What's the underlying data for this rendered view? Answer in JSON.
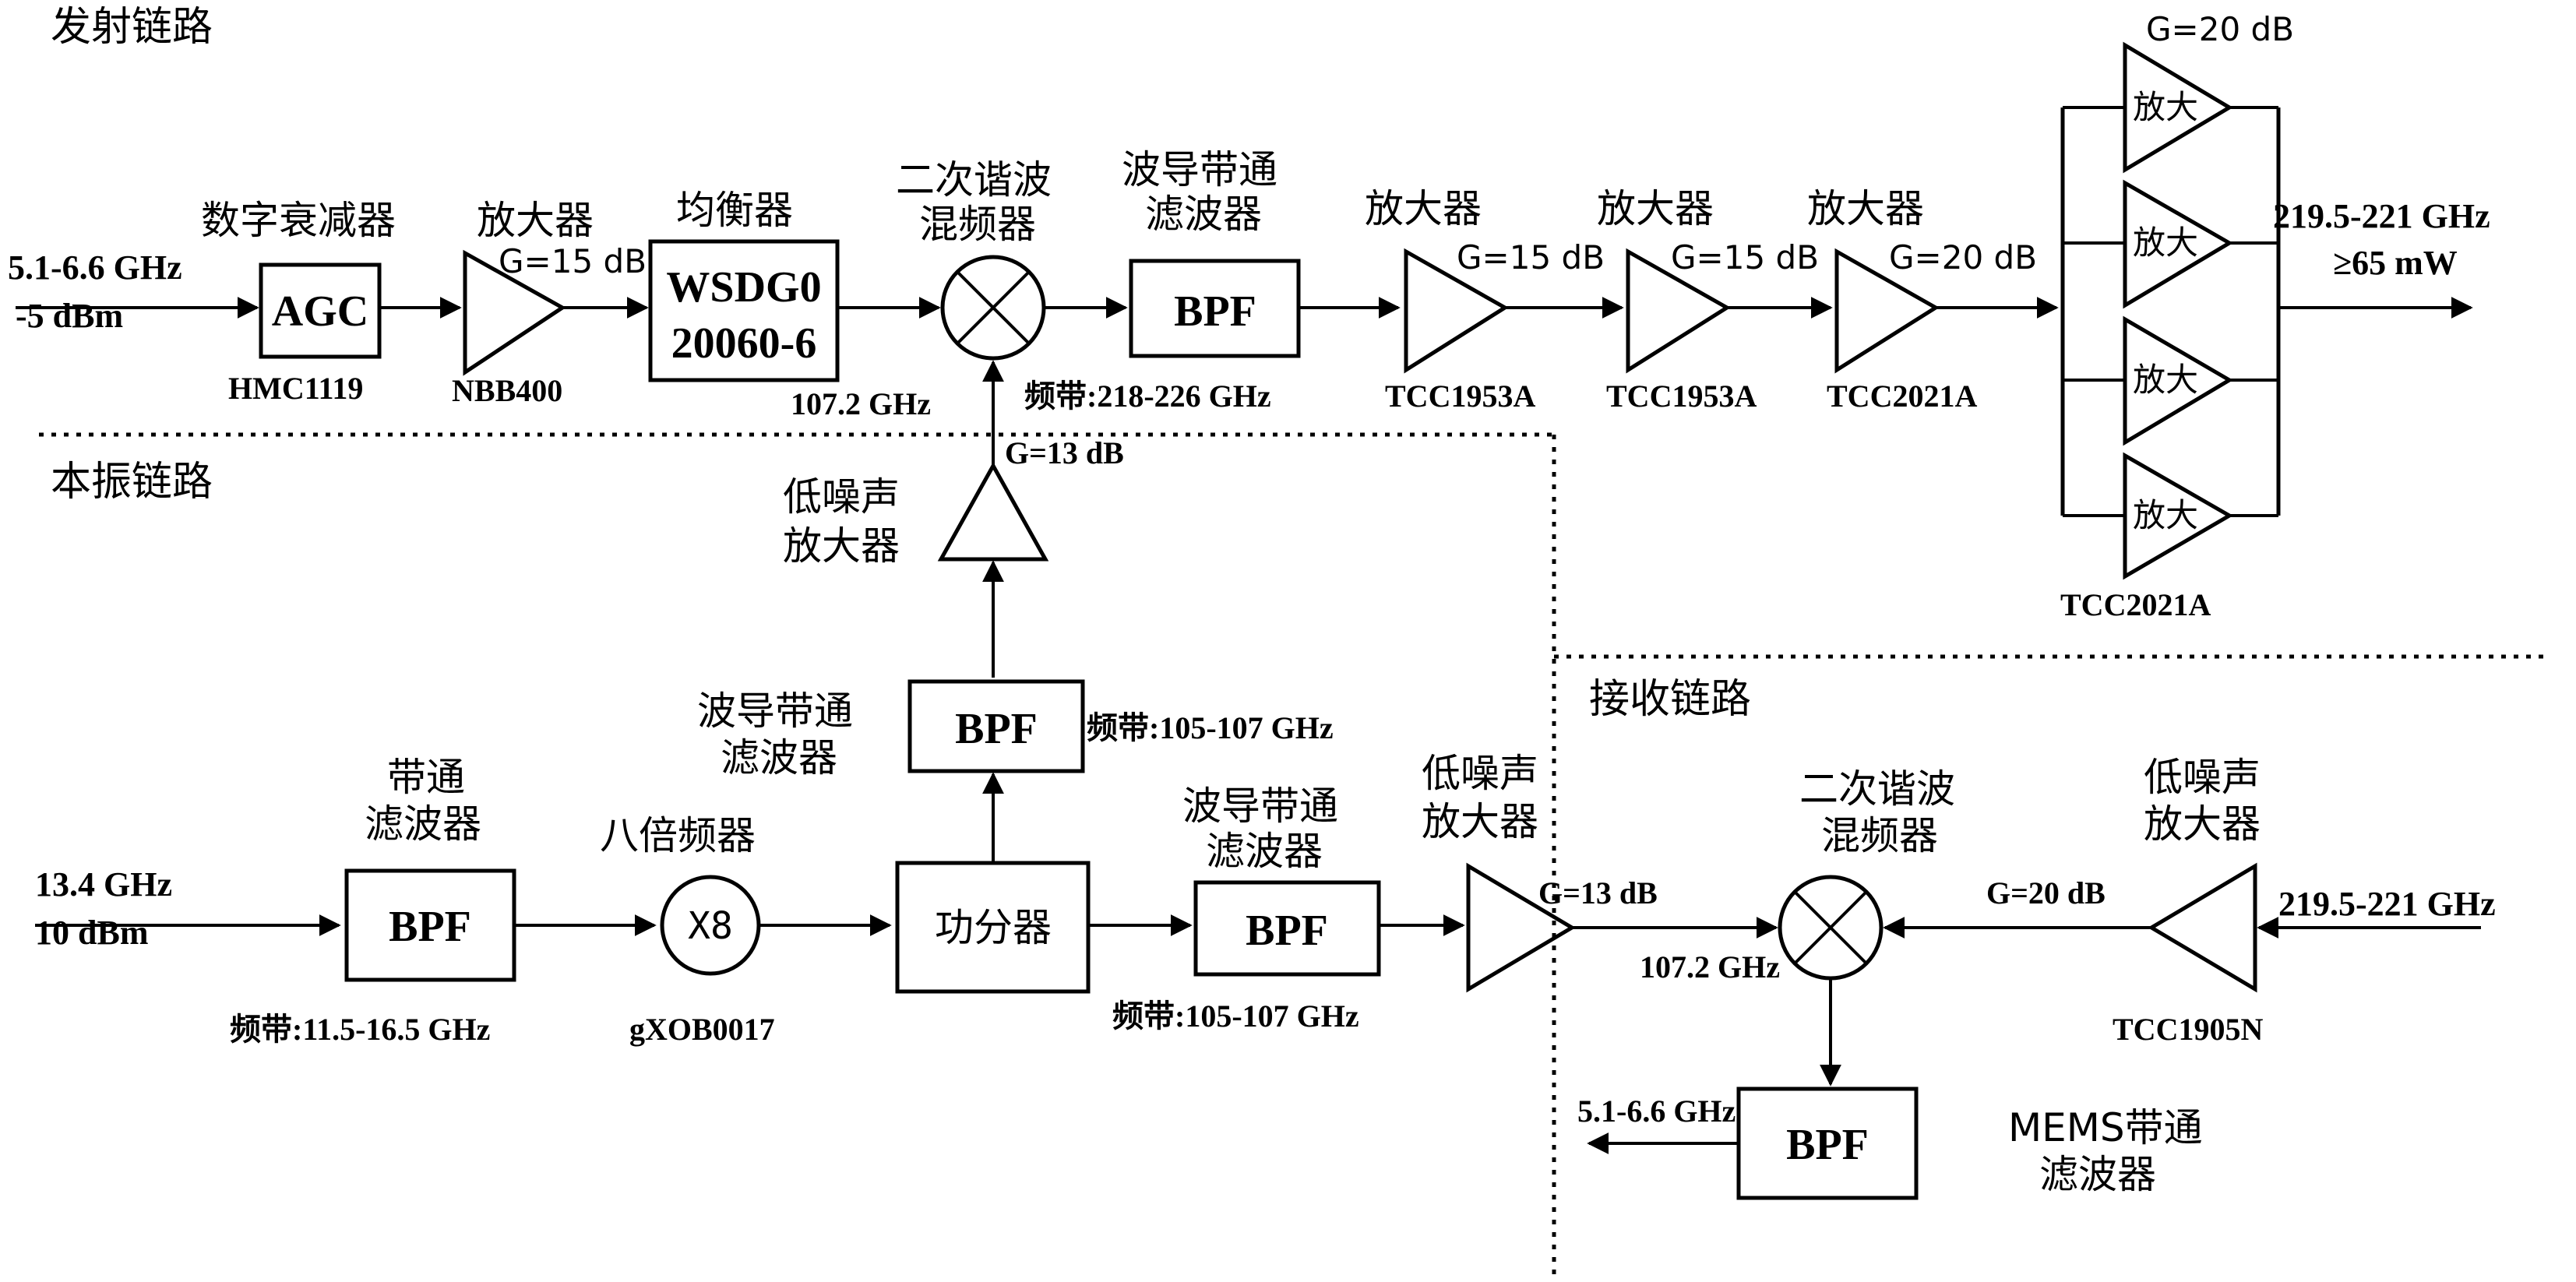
{
  "sections": {
    "tx": "发射链路",
    "lo": "本振链路",
    "rx": "接收链路"
  },
  "tx": {
    "input_freq": "5.1-6.6 GHz",
    "input_power": "-5 dBm",
    "atten_title": "数字衰减器",
    "atten_box": "AGC",
    "atten_part": "HMC1119",
    "amp1_title": "放大器",
    "amp1_gain": "G=15 dB",
    "amp1_part": "NBB400",
    "eq_title": "均衡器",
    "eq_box_line1": "WSDG0",
    "eq_box_line2": "20060-6",
    "mixer_title_line1": "二次谐波",
    "mixer_title_line2": "混频器",
    "lo_in_freq": "107.2 GHz",
    "bpf_title_line1": "波导带通",
    "bpf_title_line2": "滤波器",
    "bpf_box": "BPF",
    "bpf_band": "频带:218-226 GHz",
    "amp2_title": "放大器",
    "amp2_gain": "G=15 dB",
    "amp2_part": "TCC1953A",
    "amp3_title": "放大器",
    "amp3_gain": "G=15 dB",
    "amp3_part": "TCC1953A",
    "amp4_title": "放大器",
    "amp4_gain": "G=20 dB",
    "amp4_part": "TCC2021A",
    "pa_gain": "G=20 dB",
    "pa_label": "放大",
    "pa_part": "TCC2021A",
    "output_freq": "219.5-221 GHz",
    "output_power": "≥65 mW"
  },
  "lo": {
    "lna_gain": "G=13 dB",
    "lna_title_line1": "低噪声",
    "lna_title_line2": "放大器",
    "wbpf_title_line1": "波导带通",
    "wbpf_title_line2": "滤波器",
    "wbpf_box": "BPF",
    "wbpf_band": "频带:105-107 GHz",
    "input_freq": "13.4 GHz",
    "input_power": "10 dBm",
    "bpf1_title_line1": "带通",
    "bpf1_title_line2": "滤波器",
    "bpf1_box": "BPF",
    "bpf1_band": "频带:11.5-16.5 GHz",
    "mult_title": "八倍频器",
    "mult_box": "X8",
    "mult_part": "gXOB0017",
    "splitter_box": "功分器",
    "bpf2_title_line1": "波导带通",
    "bpf2_title_line2": "滤波器",
    "bpf2_box": "BPF",
    "bpf2_band": "频带:105-107 GHz",
    "lna2_title_line1": "低噪声",
    "lna2_title_line2": "放大器",
    "lna2_gain": "G=13 dB"
  },
  "rx": {
    "lo_freq": "107.2 GHz",
    "mixer_title_line1": "二次谐波",
    "mixer_title_line2": "混频器",
    "lna_gain": "G=20 dB",
    "lna_title_line1": "低噪声",
    "lna_title_line2": "放大器",
    "lna_part": "TCC1905N",
    "input_freq": "219.5-221 GHz",
    "if_freq": "5.1-6.6 GHz",
    "bpf_box": "BPF",
    "bpf_title_line1": "MEMS带通",
    "bpf_title_line2": "滤波器"
  }
}
